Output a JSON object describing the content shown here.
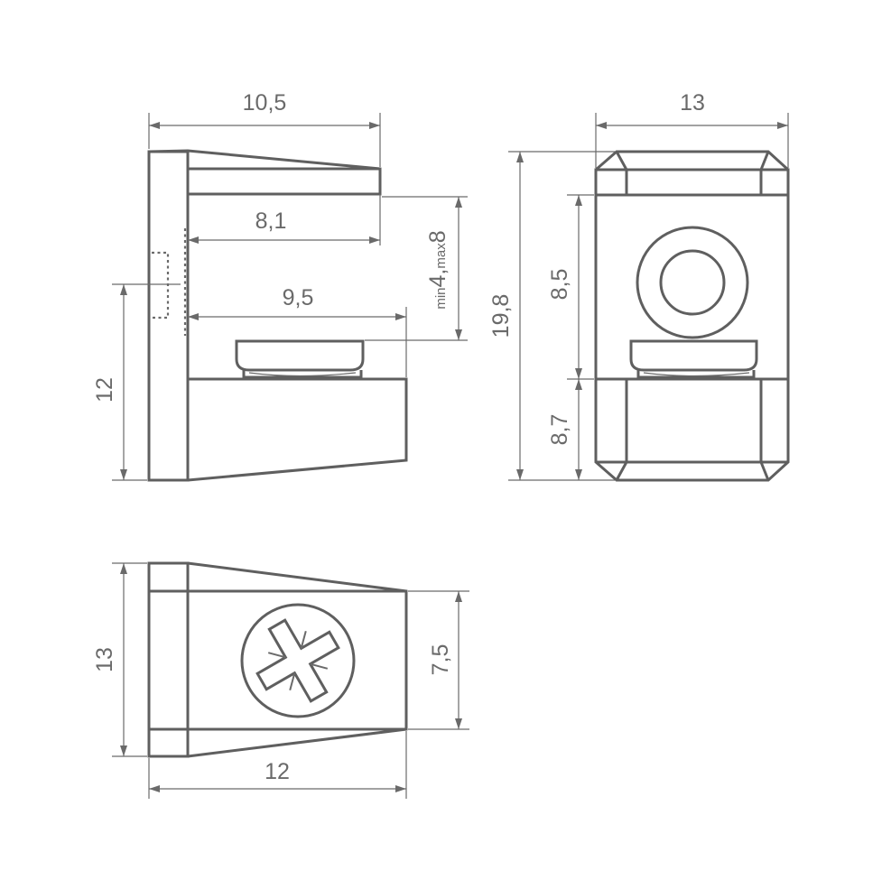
{
  "dimensions": {
    "side_top_width": "10,5",
    "side_inner_width": "8,1",
    "side_lower_width": "9,5",
    "side_height": "12",
    "gap_min_prefix": "min",
    "gap_min_value": "4,",
    "gap_max_prefix": "max",
    "gap_max_value": "8",
    "front_width": "13",
    "front_total_height": "19,8",
    "front_upper_height": "8,5",
    "front_lower_height": "8,7",
    "bottom_height": "13",
    "bottom_inner_height": "7,5",
    "bottom_width": "12"
  }
}
